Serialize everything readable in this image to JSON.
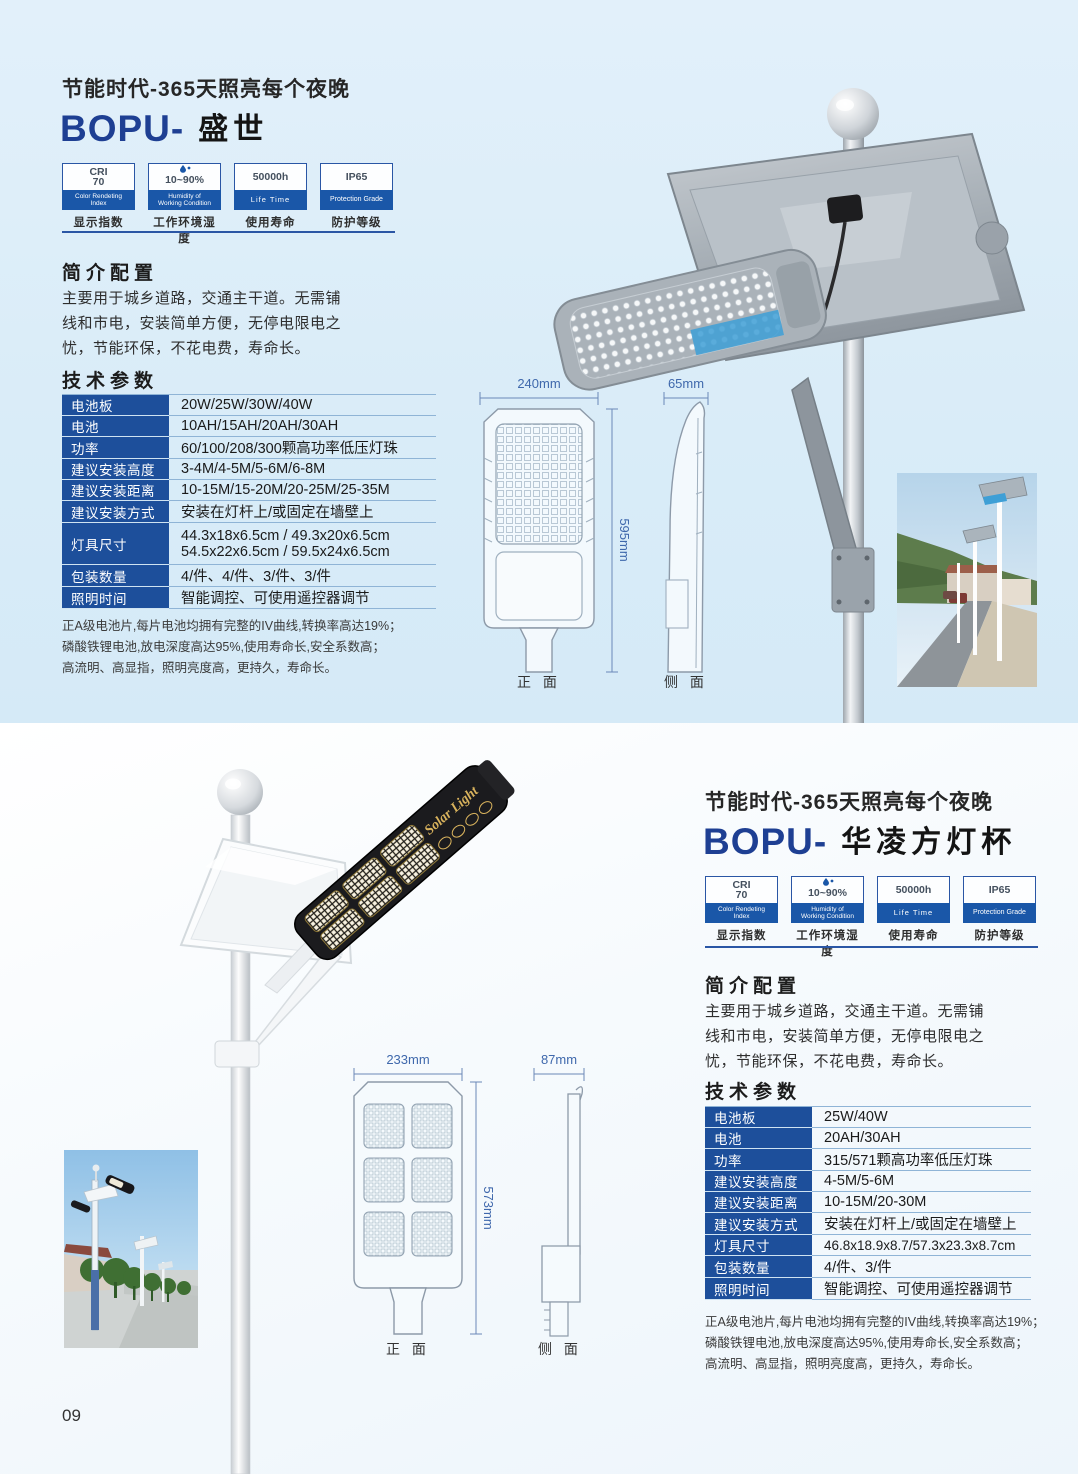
{
  "page": {
    "number": "09"
  },
  "top": {
    "slogan": "节能时代-365天照亮每个夜晚",
    "brand": "BOPU-",
    "product": "盛世",
    "badges": [
      {
        "value_line1": "CRI",
        "value_line2": "70",
        "en_line1": "Color Rendeting",
        "en_line2": "Index",
        "cn": "显示指数"
      },
      {
        "value_line1": "10~90%",
        "en_line1": "Humidity of",
        "en_line2": "Working Condition",
        "cn": "工作环境湿度"
      },
      {
        "value_line1": "50000h",
        "en_line1": "Life Time",
        "cn": "使用寿命"
      },
      {
        "value_line1": "IP65",
        "en_line1": "Protection Grade",
        "cn": "防护等级"
      }
    ],
    "intro_title": "简介配置",
    "intro_line1": "主要用于城乡道路，交通主干道。无需铺",
    "intro_line2": "线和市电，安装简单方便，无停电限电之",
    "intro_line3": "忧，节能环保，不花电费，寿命长。",
    "specs_title": "技术参数",
    "specs": [
      {
        "label": "电池板",
        "value": "20W/25W/30W/40W"
      },
      {
        "label": "电池",
        "value": "10AH/15AH/20AH/30AH"
      },
      {
        "label": "功率",
        "value": "60/100/208/300颗高功率低压灯珠"
      },
      {
        "label": "建议安装高度",
        "value": "3-4M/4-5M/5-6M/6-8M"
      },
      {
        "label": "建议安装距离",
        "value": "10-15M/15-20M/20-25M/25-35M"
      },
      {
        "label": "建议安装方式",
        "value": "安装在灯杆上/或固定在墙壁上"
      },
      {
        "label": "灯具尺寸",
        "value": "44.3x18x6.5cm / 49.3x20x6.5cm",
        "value2": "54.5x22x6.5cm / 59.5x24x6.5cm"
      },
      {
        "label": "包装数量",
        "value": "4/件、4/件、3/件、3/件"
      },
      {
        "label": "照明时间",
        "value": "智能调控、可使用遥控器调节"
      }
    ],
    "note1": "正A级电池片,每片电池均拥有完整的IV曲线,转换率高达19%；",
    "note2": "磷酸铁锂电池,放电深度高达95%,使用寿命长,安全系数高；",
    "note3": "高流明、高显指，照明亮度高，更持久，寿命长。",
    "drawing": {
      "front_width": "240mm",
      "side_width": "65mm",
      "height": "595mm",
      "front_label": "正 面",
      "side_label": "侧 面"
    }
  },
  "bottom": {
    "slogan": "节能时代-365天照亮每个夜晚",
    "brand": "BOPU-",
    "product": "华凌方灯杯",
    "lamp_label": "Solar Light",
    "badges": [
      {
        "value_line1": "CRI",
        "value_line2": "70",
        "en_line1": "Color Rendeting",
        "en_line2": "Index",
        "cn": "显示指数"
      },
      {
        "value_line1": "10~90%",
        "en_line1": "Humidity of",
        "en_line2": "Working Condition",
        "cn": "工作环境湿度"
      },
      {
        "value_line1": "50000h",
        "en_line1": "Life Time",
        "cn": "使用寿命"
      },
      {
        "value_line1": "IP65",
        "en_line1": "Protection Grade",
        "cn": "防护等级"
      }
    ],
    "intro_title": "简介配置",
    "intro_line1": "主要用于城乡道路，交通主干道。无需铺",
    "intro_line2": "线和市电，安装简单方便，无停电限电之",
    "intro_line3": "忧，节能环保，不花电费，寿命长。",
    "specs_title": "技术参数",
    "specs": [
      {
        "label": "电池板",
        "value": "25W/40W"
      },
      {
        "label": "电池",
        "value": "20AH/30AH"
      },
      {
        "label": "功率",
        "value": "315/571颗高功率低压灯珠"
      },
      {
        "label": "建议安装高度",
        "value": "4-5M/5-6M"
      },
      {
        "label": "建议安装距离",
        "value": "10-15M/20-30M"
      },
      {
        "label": "建议安装方式",
        "value": "安装在灯杆上/或固定在墙壁上"
      },
      {
        "label": "灯具尺寸",
        "value": "46.8x18.9x8.7/57.3x23.3x8.7cm"
      },
      {
        "label": "包装数量",
        "value": "4/件、3/件"
      },
      {
        "label": "照明时间",
        "value": "智能调控、可使用遥控器调节"
      }
    ],
    "note1": "正A级电池片,每片电池均拥有完整的IV曲线,转换率高达19%；",
    "note2": "磷酸铁锂电池,放电深度高达95%,使用寿命长,安全系数高；",
    "note3": "高流明、高显指，照明亮度高，更持久，寿命长。",
    "drawing": {
      "front_width": "233mm",
      "side_width": "87mm",
      "height": "573mm",
      "front_label": "正 面",
      "side_label": "侧 面"
    }
  }
}
